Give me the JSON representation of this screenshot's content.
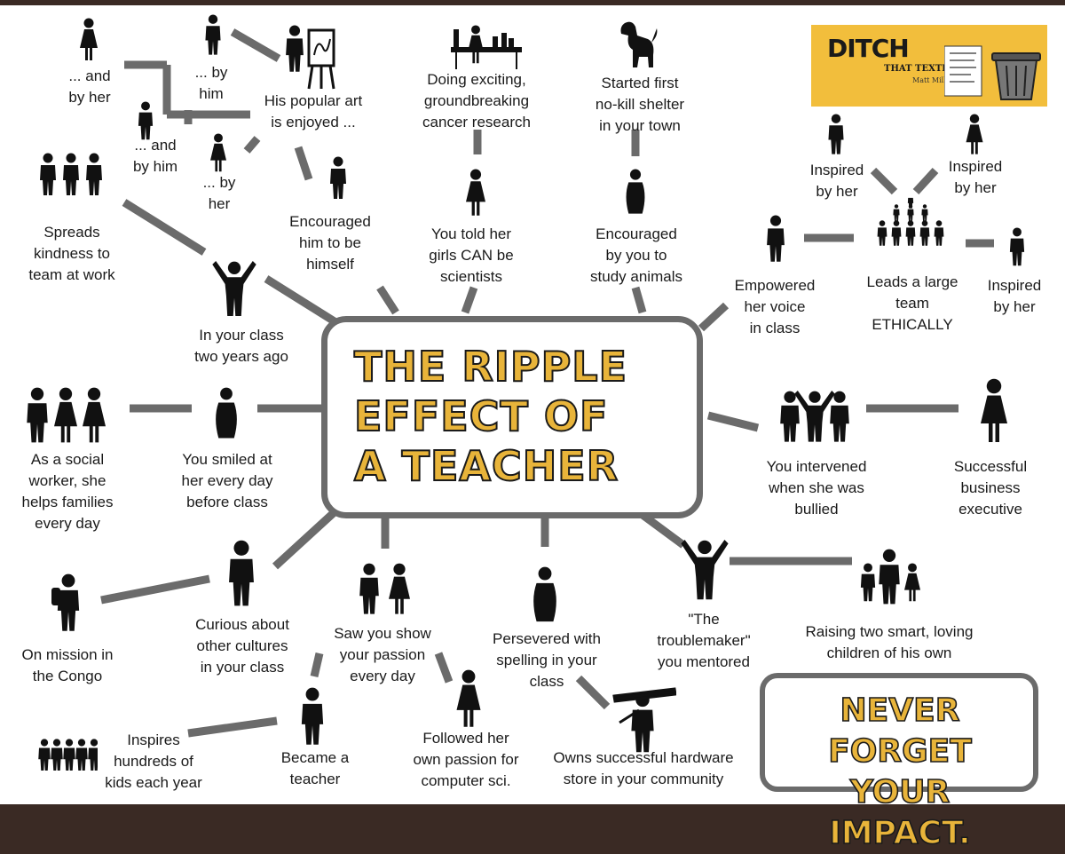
{
  "title": "THE RIPPLE EFFECT OF A TEACHER",
  "footer": "NEVER FORGET YOUR IMPACT.",
  "logo": {
    "main": "DITCH",
    "sub": "THAT TEXTBOOK",
    "author": "Matt Miller"
  },
  "colors": {
    "title_fill": "#e8b43a",
    "line": "#6b6b6b",
    "figure": "#111111",
    "logo_bg": "#f2be3c"
  },
  "nodes": [
    {
      "id": "and-by-her",
      "text": "... and\nby her"
    },
    {
      "id": "by-him",
      "text": "... by\nhim"
    },
    {
      "id": "popular-art",
      "text": "His popular art\nis enjoyed ..."
    },
    {
      "id": "and-by-him",
      "text": "... and\nby him"
    },
    {
      "id": "by-her",
      "text": "... by\nher"
    },
    {
      "id": "cancer-research",
      "text": "Doing exciting,\ngroundbreaking\ncancer research"
    },
    {
      "id": "no-kill-shelter",
      "text": "Started first\nno-kill shelter\nin your town"
    },
    {
      "id": "spreads-kindness",
      "text": "Spreads\nkindness to\nteam at work"
    },
    {
      "id": "encouraged-himself",
      "text": "Encouraged\nhim to be\nhimself"
    },
    {
      "id": "girls-scientists",
      "text": "You told her\ngirls CAN be\nscientists"
    },
    {
      "id": "study-animals",
      "text": "Encouraged\nby you to\nstudy animals"
    },
    {
      "id": "inspired-1",
      "text": "Inspired\nby her"
    },
    {
      "id": "inspired-2",
      "text": "Inspired\nby her"
    },
    {
      "id": "empowered-voice",
      "text": "Empowered\nher voice\nin class"
    },
    {
      "id": "leads-team",
      "text": "Leads a large\nteam\nETHICALLY"
    },
    {
      "id": "inspired-3",
      "text": "Inspired\nby her"
    },
    {
      "id": "class-two-years",
      "text": "In your class\ntwo years ago"
    },
    {
      "id": "social-worker",
      "text": "As a social\nworker, she\nhelps families\nevery day"
    },
    {
      "id": "smiled",
      "text": "You smiled at\nher every day\nbefore class"
    },
    {
      "id": "intervened",
      "text": "You intervened\nwhen she was\nbullied"
    },
    {
      "id": "business-exec",
      "text": "Successful\nbusiness\nexecutive"
    },
    {
      "id": "congo",
      "text": "On mission in\nthe Congo"
    },
    {
      "id": "curious-cultures",
      "text": "Curious about\nother cultures\nin your class"
    },
    {
      "id": "saw-passion",
      "text": "Saw you show\nyour passion\nevery day"
    },
    {
      "id": "persevered",
      "text": "Persevered with\nspelling in your\nclass"
    },
    {
      "id": "troublemaker",
      "text": "\"The\ntroublemaker\"\nyou mentored"
    },
    {
      "id": "raising-children",
      "text": "Raising two smart, loving\nchildren of his own"
    },
    {
      "id": "inspires-hundreds",
      "text": "Inspires\nhundreds of\nkids each year"
    },
    {
      "id": "became-teacher",
      "text": "Became a\nteacher"
    },
    {
      "id": "computer-sci",
      "text": "Followed her\nown passion for\ncomputer sci."
    },
    {
      "id": "hardware-store",
      "text": "Owns successful hardware\nstore in your community"
    }
  ]
}
